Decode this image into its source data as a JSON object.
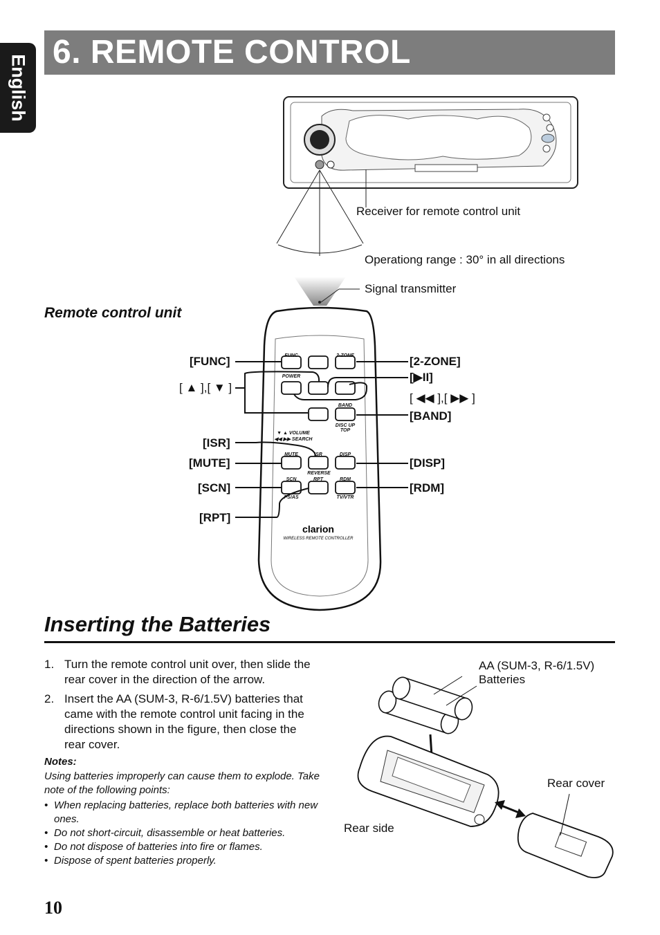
{
  "side_tab": "English",
  "title": "6. REMOTE CONTROL",
  "labels": {
    "receiver": "Receiver for remote control unit",
    "range": "Operationg range : 30° in all directions",
    "transmitter": "Signal transmitter",
    "remote_unit": "Remote control unit"
  },
  "button_callouts": {
    "func": "[FUNC]",
    "updown": "[ ▲ ],[ ▼ ]",
    "isr": "[ISR]",
    "mute": "[MUTE]",
    "scn": "[SCN]",
    "rpt": "[RPT]",
    "zone": "[2-ZONE]",
    "playpause": "[▶II]",
    "rwff": "[ ◀◀ ],[ ▶▶ ]",
    "band": "[BAND]",
    "disp": "[DISP]",
    "rdm": "[RDM]"
  },
  "remote_keys": {
    "func": "FUNC",
    "power": "POWER",
    "zone": "2-ZONE",
    "band": "BAND",
    "disc_up": "DISC UP",
    "top": "TOP",
    "volume": "▼ ▲ VOLUME",
    "search": "◀◀ ▶▶ SEARCH",
    "mute": "MUTE",
    "isr": "ISR",
    "disp": "DISP",
    "reverse": "REVERSE",
    "scn": "SCN",
    "rpt": "RPT",
    "rdm": "RDM",
    "psas": "PS/AS",
    "tvvtr": "TV/VTR",
    "brand": "clarion",
    "model": "WIRELESS REMOTE CONTROLLER"
  },
  "section": {
    "heading": "Inserting the Batteries",
    "steps": [
      {
        "num": "1.",
        "text": "Turn the remote control unit over, then slide the rear cover in the direction of the arrow."
      },
      {
        "num": "2.",
        "text": "Insert the AA (SUM-3, R-6/1.5V) batteries that came with the remote control unit facing in the directions shown in the figure, then close the rear cover."
      }
    ],
    "notes_heading": "Notes:",
    "notes_intro": "Using batteries improperly can cause them to explode. Take note of the following points:",
    "bullets": [
      "When replacing batteries, replace both batteries with new ones.",
      "Do not short-circuit, disassemble or heat batteries.",
      "Do not dispose of batteries into fire or flames.",
      "Dispose of spent batteries properly."
    ]
  },
  "battery_fig": {
    "batteries_line1": "AA (SUM-3, R-6/1.5V)",
    "batteries_line2": "Batteries",
    "rear_cover": "Rear cover",
    "rear_side": "Rear side"
  },
  "page_number": "10"
}
